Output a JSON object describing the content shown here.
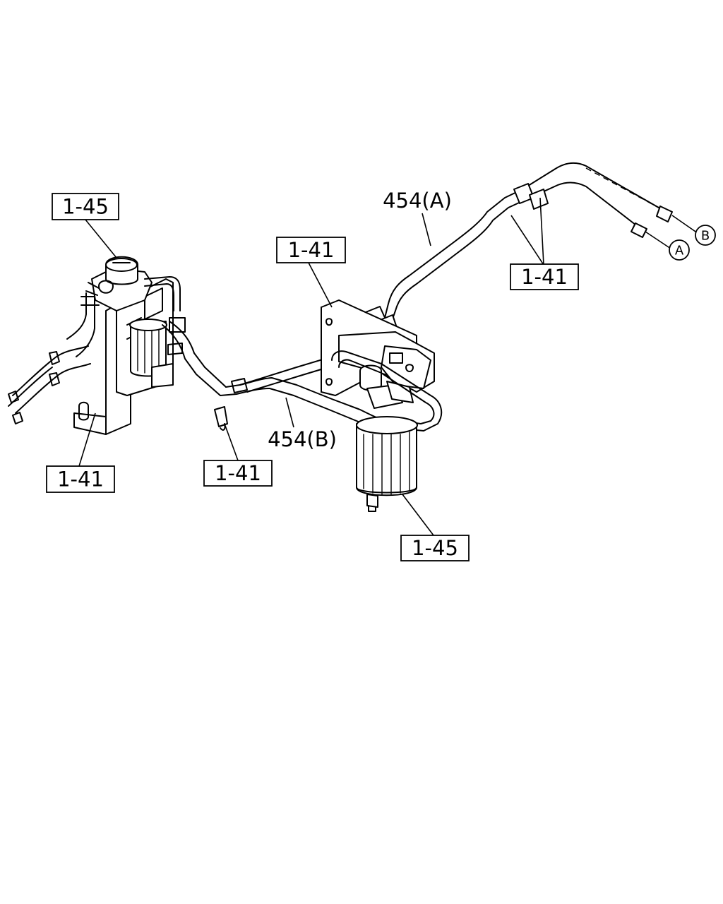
{
  "diagram": {
    "callouts": [
      {
        "id": "c1",
        "text": "1-45"
      },
      {
        "id": "c2",
        "text": "1-41"
      },
      {
        "id": "c3",
        "text": "1-41"
      },
      {
        "id": "c4",
        "text": "1-41"
      },
      {
        "id": "c5",
        "text": "1-41"
      },
      {
        "id": "c6",
        "text": "1-45"
      }
    ],
    "part_labels": {
      "pipe_a": "454(A)",
      "pipe_b": "454(B)"
    },
    "connectors": {
      "a": "A",
      "b": "B"
    }
  }
}
